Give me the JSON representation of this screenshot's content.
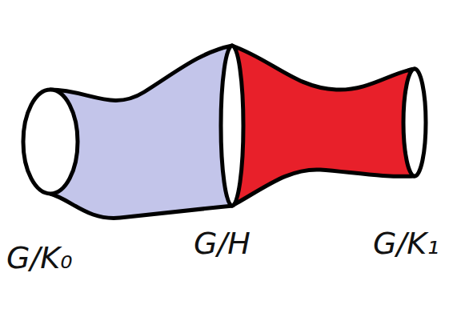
{
  "diagram": {
    "labels": [
      "G/K₀",
      "G/H",
      "G/K₁"
    ]
  }
}
